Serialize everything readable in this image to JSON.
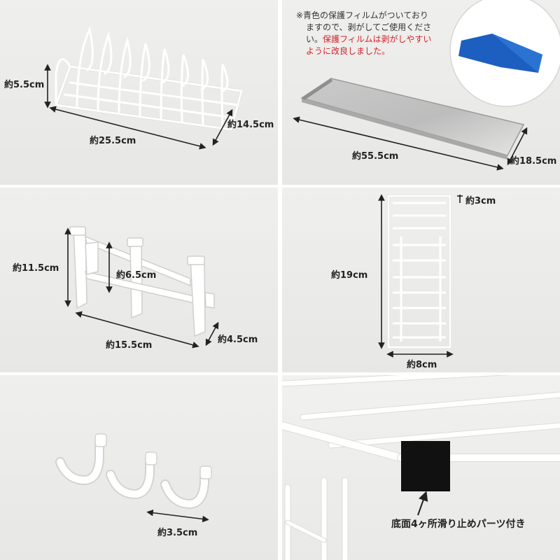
{
  "panels": {
    "dish_rack": {
      "height_label": "約5.5cm",
      "depth_label": "約14.5cm",
      "width_label": "約25.5cm"
    },
    "drip_tray": {
      "note_line1": "※青色の保護フィルムがついており",
      "note_line2": "ますので、剥がしてご使用くださ",
      "note_line3_prefix": "い。",
      "note_line3_red": "保護フィルムは剥がしやすい",
      "note_line4_red": "ように改良しました。",
      "width_label": "約55.5cm",
      "depth_label": "約18.5cm"
    },
    "cup_holder": {
      "height_label": "約11.5cm",
      "inner_height_label": "約6.5cm",
      "width_label": "約15.5cm",
      "depth_label": "約4.5cm"
    },
    "cutlery_basket": {
      "depth_label": "約3cm",
      "height_label": "約19cm",
      "width_label": "約8cm"
    },
    "hooks": {
      "width_label": "約3.5cm"
    },
    "frame_detail": {
      "caption": "底面4ヶ所滑り止めパーツ付き"
    }
  },
  "colors": {
    "panel_bg": "#ececea",
    "wire": "#ffffff",
    "red_text": "#d2232a",
    "film_blue": "#1c5fc0",
    "pad_black": "#111111"
  }
}
